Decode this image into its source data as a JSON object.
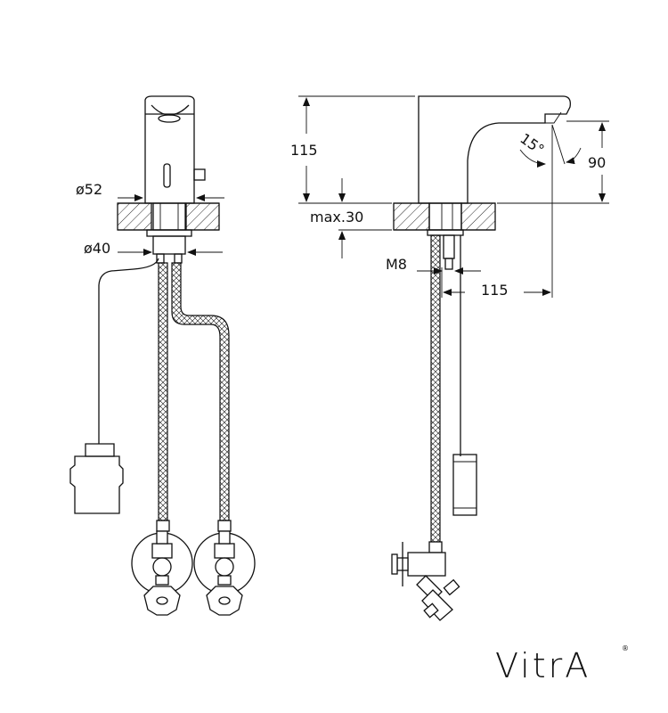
{
  "dimensions": {
    "front_top_diameter": "ø52",
    "front_base_diameter": "ø40",
    "side_height": "115",
    "side_spout_height": "90",
    "side_angle": "15°",
    "side_deck_thickness": "max.30",
    "side_thread": "M8",
    "side_projection": "115"
  },
  "brand": {
    "name": "VitrA",
    "registered": "®"
  }
}
